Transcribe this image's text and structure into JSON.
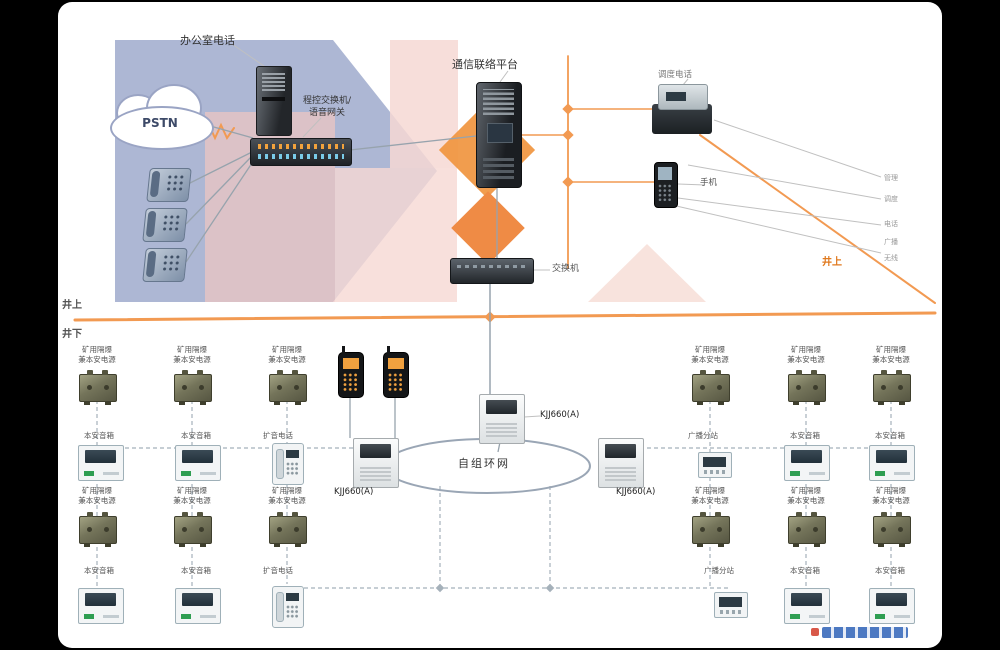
{
  "labels": {
    "office_phone": "办公室电话",
    "pstn": "PSTN",
    "exchange_line1": "程控交换机/",
    "exchange_line2": "语音网关",
    "platform": "通信联络平台",
    "dispatch_phone": "调度电话",
    "mobile_phone": "手机",
    "switch": "交换机",
    "ring_network": "自组环网",
    "kjj660": "KJJ660(A)",
    "surface_above": "井上",
    "surface_below": "井下",
    "surface_above_right": "井上",
    "power_line1": "矿用隔爆",
    "power_line2": "兼本安电源",
    "speaker": "本安音箱",
    "amp_phone": "扩音电话",
    "broadcast_station": "广播分站",
    "right_legend": [
      "管理",
      "调度",
      "电话",
      "广播",
      "无线"
    ]
  },
  "icons": {
    "pstn_cloud": "cloud-shape",
    "exchange_host": "tower-server",
    "voice_gateway": "rack-unit-with-leds",
    "desk_phone": "telephone",
    "platform_server": "server-tower",
    "dispatch_terminal": "fax-printer",
    "mobile": "mobile-phone",
    "ethernet_switch": "flat-switch-box",
    "kjj_cabinet": "control-cabinet",
    "power_box": "flameproof-power-junction-box",
    "speaker": "intrinsically-safe-speaker",
    "wall_phone": "amplifying-telephone",
    "display_unit": "broadcast-station-display",
    "mine_handset": "mine-telephone-handset"
  },
  "colors": {
    "accent_orange": "#ef8f45",
    "bg_blue": "#a9b3d2",
    "bg_pink": "#f0c6c2",
    "line_grey": "#9aa6b5",
    "device_olive": "#75755a",
    "logo_green": "#2f9e52"
  }
}
